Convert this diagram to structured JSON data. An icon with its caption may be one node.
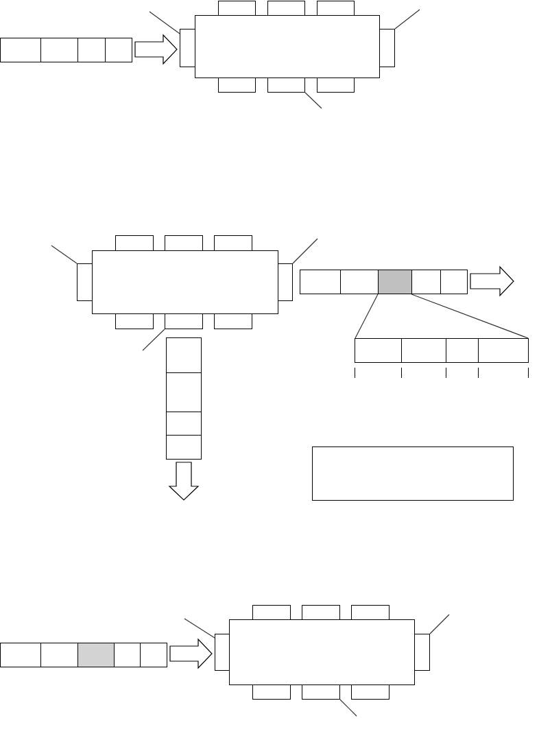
{
  "diagram": {
    "nodes": [
      {
        "text": [],
        "shape": "box"
      },
      {
        "text": [],
        "shape": "box"
      },
      {
        "text": [],
        "shape": "box"
      },
      {
        "text": [],
        "shape": "box"
      },
      {
        "text": [],
        "shape": "box"
      },
      {
        "text": [],
        "shape": "box"
      },
      {
        "text": [],
        "shape": "box"
      },
      {
        "text": [],
        "shape": "box"
      },
      {
        "text": [],
        "shape": "box"
      },
      {
        "text": [],
        "shape": "box"
      },
      {
        "text": [],
        "shape": "box"
      },
      {
        "text": [],
        "shape": "box"
      },
      {
        "text": [],
        "shape": "box"
      },
      {
        "text": [],
        "shape": "box"
      },
      {
        "text": [],
        "shape": "box"
      },
      {
        "text": [],
        "shape": "box"
      },
      {
        "text": [],
        "shape": "box"
      },
      {
        "text": [],
        "shape": "box"
      },
      {
        "text": [],
        "shape": "box"
      },
      {
        "text": [],
        "shape": "box"
      },
      {
        "text": [],
        "shape": "box"
      },
      {
        "text": [],
        "shape": "box"
      },
      {
        "text": [],
        "shape": "box"
      },
      {
        "text": [],
        "shape": "box"
      },
      {
        "text": [],
        "shape": "box"
      },
      {
        "text": [],
        "shape": "box"
      },
      {
        "text": [],
        "shape": "box"
      },
      {
        "text": [],
        "shape": "box"
      },
      {
        "text": [],
        "shape": "box"
      },
      {
        "text": [],
        "shape": "box"
      },
      {
        "text": [],
        "shape": "box"
      },
      {
        "text": [],
        "shape": "box"
      },
      {
        "text": [],
        "shape": "box"
      },
      {
        "text": [],
        "shape": "box"
      },
      {
        "text": [],
        "shape": "box"
      },
      {
        "text": [],
        "shape": "box"
      },
      {
        "text": [],
        "shape": "box"
      },
      {
        "text": [],
        "shape": "box"
      },
      {
        "text": [],
        "shape": "box"
      },
      {
        "text": [],
        "shape": "box"
      },
      {
        "text": [],
        "shape": "box"
      },
      {
        "text": [],
        "shape": "box"
      },
      {
        "text": [],
        "shape": "box"
      },
      {
        "text": [],
        "shape": "box"
      },
      {
        "text": [],
        "shape": "box"
      },
      {
        "text": [],
        "shape": "box"
      },
      {
        "text": [],
        "shape": "box"
      },
      {
        "text": [],
        "shape": "box"
      },
      {
        "text": [],
        "shape": "box"
      },
      {
        "text": [],
        "shape": "box"
      }
    ],
    "edges": [
      {
        "from": 3,
        "to": 7,
        "arrow": "to",
        "style": "thick"
      },
      {
        "from": null,
        "to": 7,
        "arrow": "none"
      },
      {
        "from": null,
        "to": 9,
        "arrow": "none"
      },
      {
        "from": null,
        "to": 11,
        "arrow": "none"
      },
      {
        "from": null,
        "to": 16,
        "arrow": "none"
      },
      {
        "from": null,
        "to": 18,
        "arrow": "none"
      },
      {
        "from": null,
        "to": 25,
        "arrow": "none"
      },
      {
        "from": 23,
        "to": null,
        "arrow": "to",
        "style": "thick"
      },
      {
        "from": 21,
        "to": 27,
        "arrow": "none"
      },
      {
        "from": 21,
        "to": 30,
        "arrow": "none"
      },
      {
        "from": 34,
        "to": null,
        "arrow": "to",
        "style": "thick"
      },
      {
        "from": 40,
        "to": 44,
        "arrow": "to",
        "style": "thick"
      },
      {
        "from": null,
        "to": 44,
        "arrow": "none"
      },
      {
        "from": null,
        "to": 46,
        "arrow": "none"
      },
      {
        "from": null,
        "to": 48,
        "arrow": "none"
      }
    ]
  }
}
